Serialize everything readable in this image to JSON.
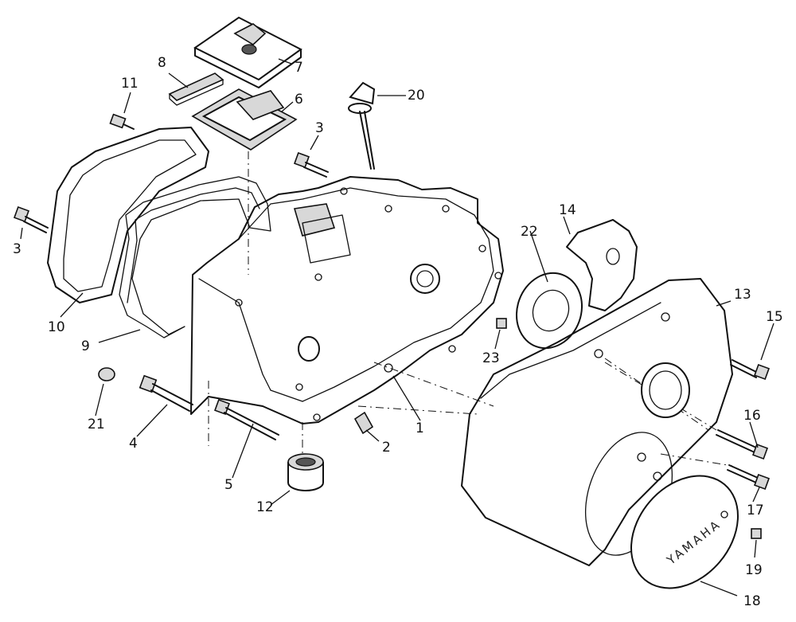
{
  "callouts": {
    "p1": "1",
    "p2": "2",
    "p3a": "3",
    "p3b": "3",
    "p4": "4",
    "p5": "5",
    "p6": "6",
    "p7": "7",
    "p8": "8",
    "p9": "9",
    "p10": "10",
    "p11": "11",
    "p12": "12",
    "p13": "13",
    "p14": "14",
    "p15": "15",
    "p16": "16",
    "p17": "17",
    "p18": "18",
    "p19": "19",
    "p20": "20",
    "p21": "21",
    "p22": "22",
    "p23": "23"
  },
  "cover_logo": "YAMAHA"
}
